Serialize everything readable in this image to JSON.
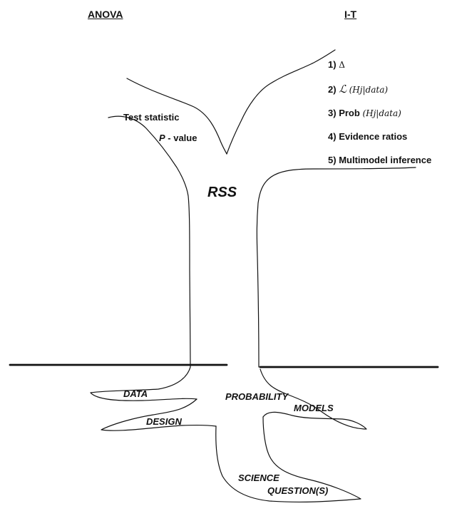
{
  "headers": {
    "left": "ANOVA",
    "right": "I-T"
  },
  "anova_branch": {
    "test_statistic": "Test statistic",
    "p_value_letter": "P",
    "p_value_rest": " - value"
  },
  "trunk_label": "RSS",
  "it_list": [
    {
      "num": "1)",
      "text": "",
      "math": "Δ",
      "paren": ""
    },
    {
      "num": "2)",
      "text": "",
      "math": "ℒ",
      "paren": "(Hj|data)"
    },
    {
      "num": "3)",
      "text": "Prob",
      "math": "",
      "paren": "(Hj|data)"
    },
    {
      "num": "4)",
      "text": "Evidence ratios",
      "math": "",
      "paren": ""
    },
    {
      "num": "5)",
      "text": "Multimodel inference",
      "math": "",
      "paren": ""
    }
  ],
  "roots": {
    "data": "DATA",
    "design": "DESIGN",
    "probability": "PROBABILITY",
    "models": "MODELS",
    "science": "SCIENCE",
    "questions": "QUESTION(S)"
  }
}
